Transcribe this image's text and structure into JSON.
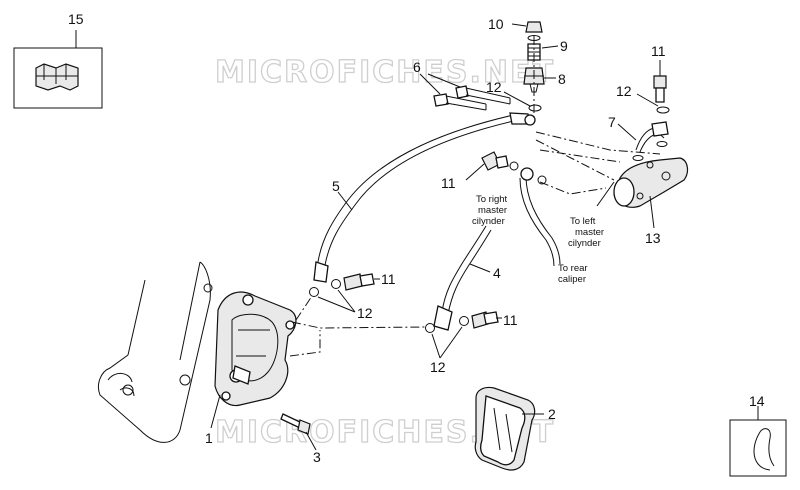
{
  "watermark": "MICROFICHES.NET",
  "callouts": {
    "c1": "1",
    "c2": "2",
    "c3": "3",
    "c4": "4",
    "c5": "5",
    "c6": "6",
    "c7": "7",
    "c8": "8",
    "c9": "9",
    "c10": "10",
    "c11a": "11",
    "c11b": "11",
    "c11c": "11",
    "c11d": "11",
    "c12a": "12",
    "c12b": "12",
    "c12c": "12",
    "c12d": "12",
    "c13": "13",
    "c14": "14",
    "c15": "15"
  },
  "notes": {
    "right_master": [
      "To right",
      "master",
      "cilynder"
    ],
    "left_master": [
      "To left",
      "master",
      "cilynder"
    ],
    "rear_caliper": [
      "To rear",
      "caliper"
    ]
  }
}
